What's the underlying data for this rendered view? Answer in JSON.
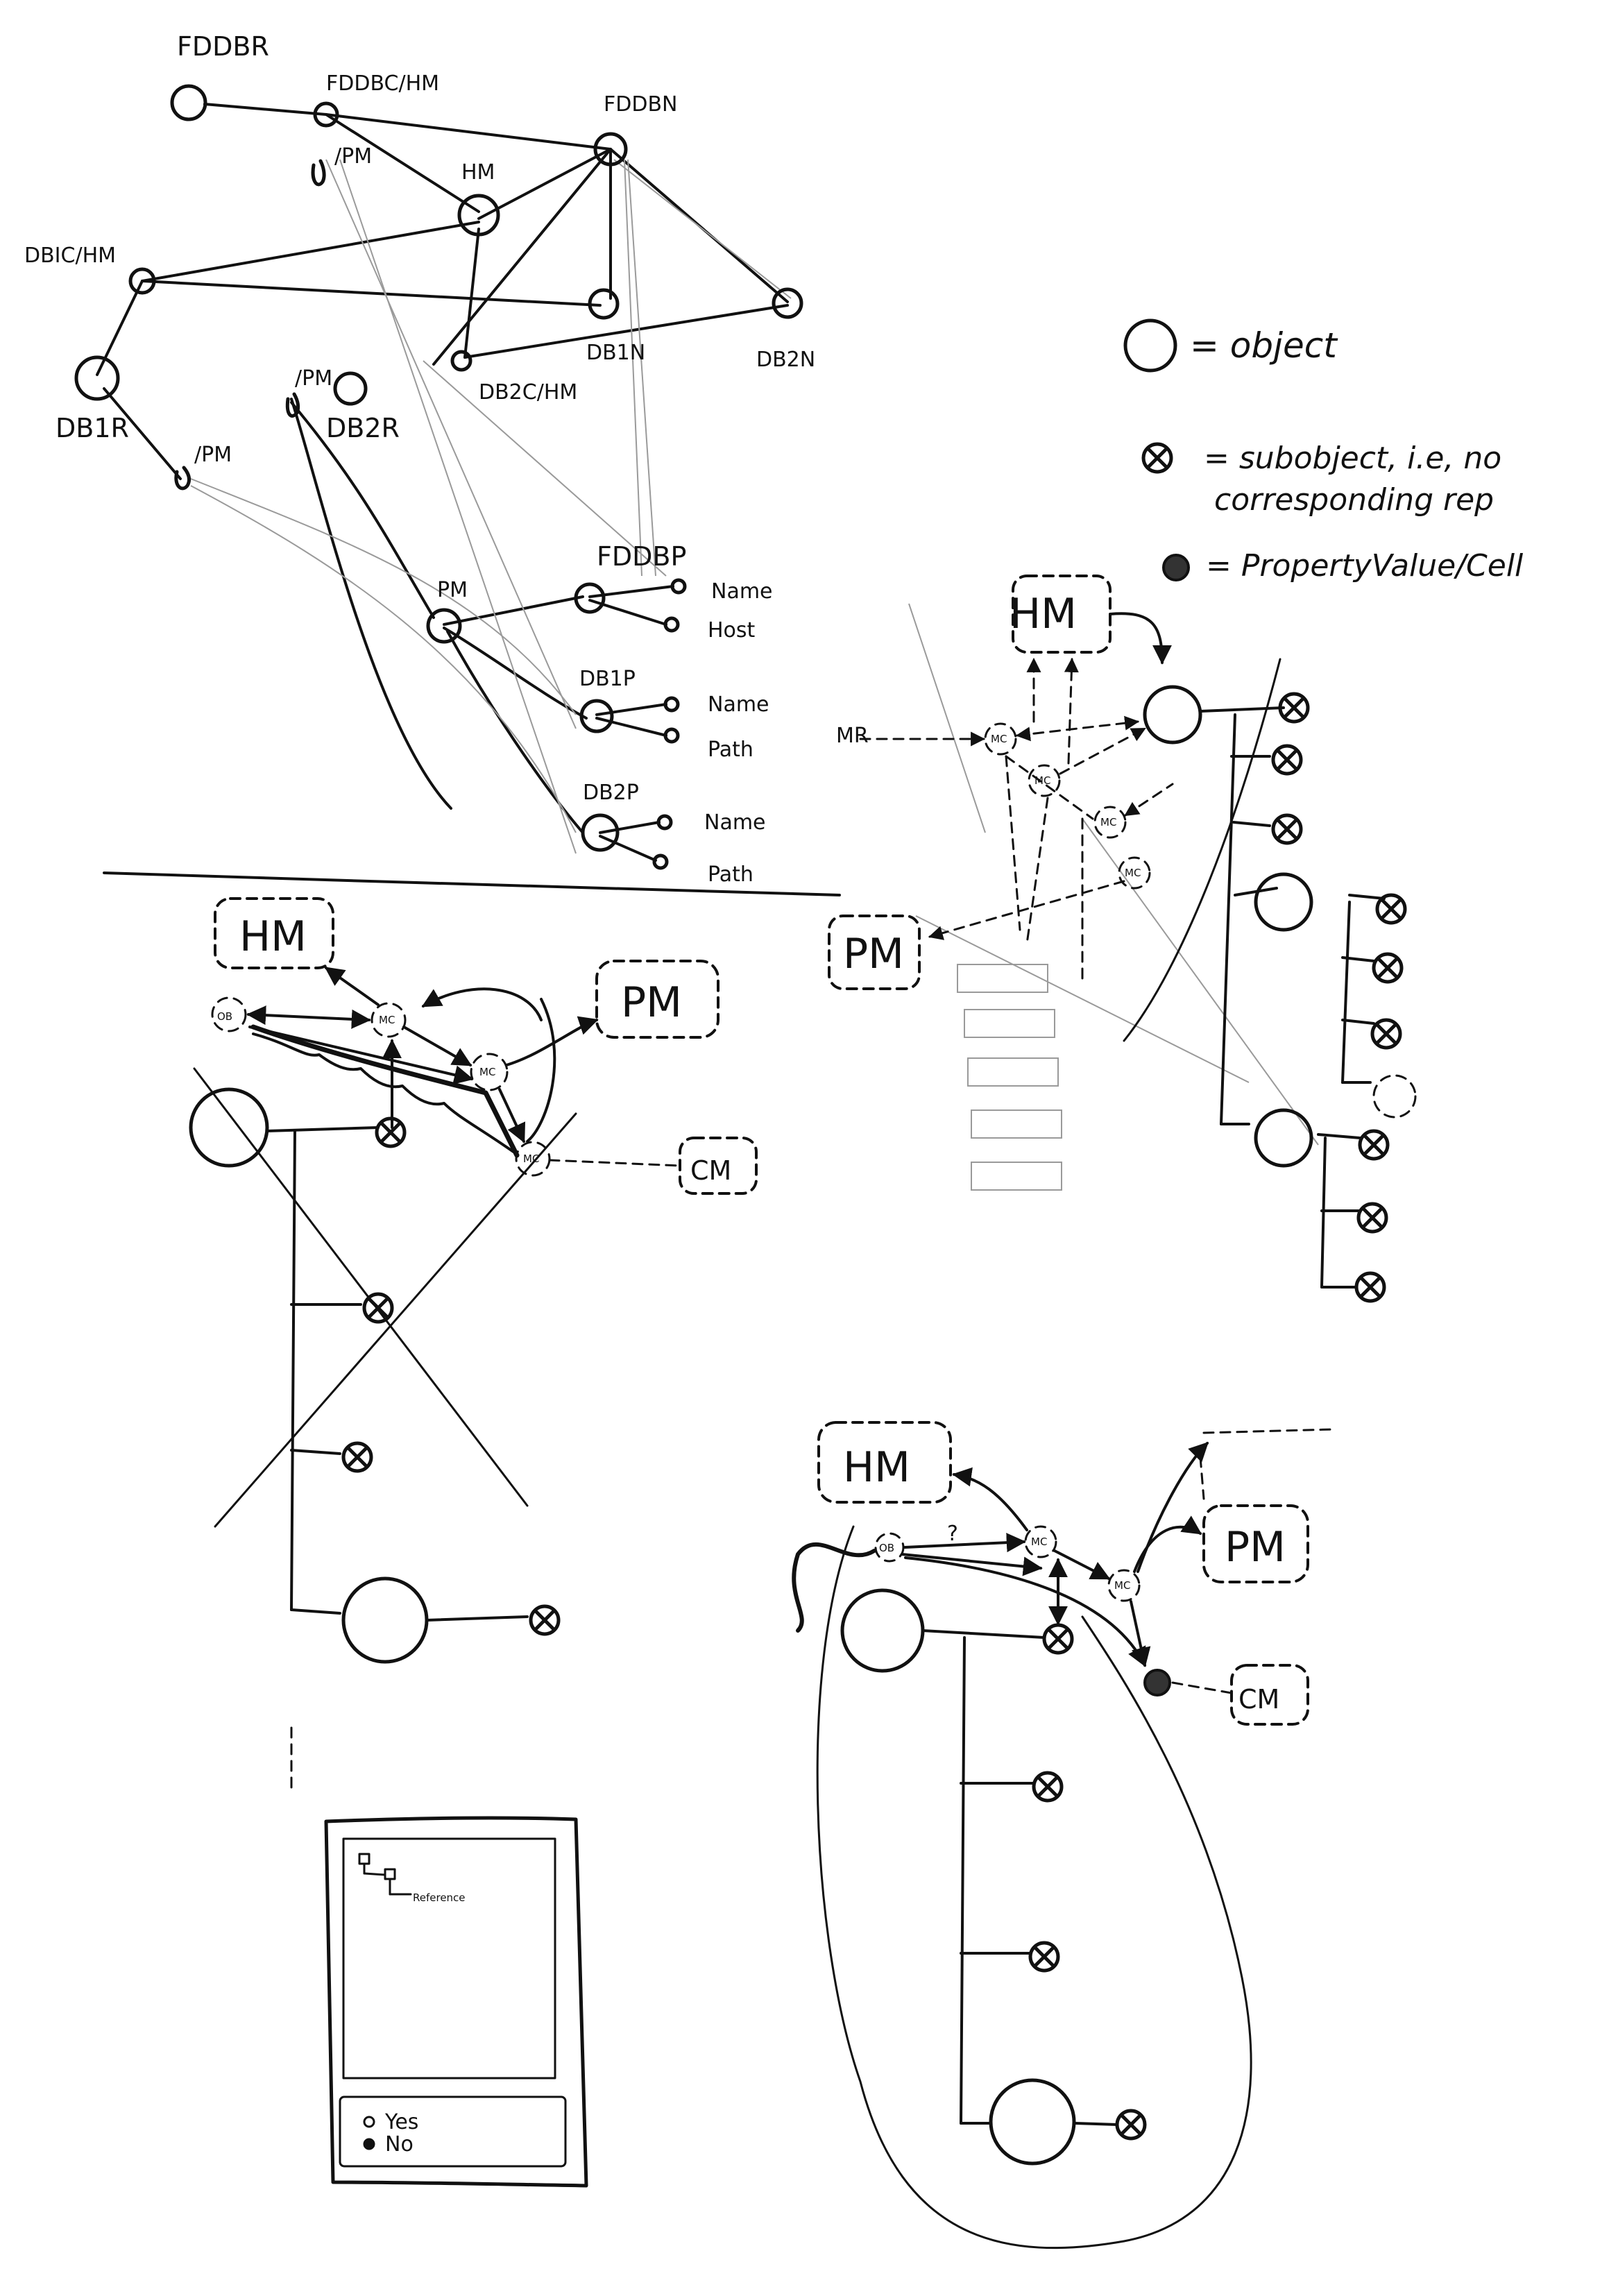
{
  "labels": {
    "fddbr": "FDDBR",
    "fddbc_hm": "FDDBC/HM",
    "fddbn": "FDDBN",
    "pm_slash_1": "/PM",
    "hm_top": "HM",
    "dbic_hm": "DBIC/HM",
    "db1n": "DB1N",
    "db2n": "DB2N",
    "pm_slash_2": "/PM",
    "db2r": "DB2R",
    "db2c_hm": "DB2C/HM",
    "db1r": "DB1R",
    "pm_slash_3": "/PM",
    "pm_node": "PM",
    "fddbp": "FDDBP",
    "name_1": "Name",
    "host": "Host",
    "db1p": "DB1P",
    "name_2": "Name",
    "path_1": "Path",
    "db2p": "DB2P",
    "name_3": "Name",
    "path_2": "Path"
  },
  "legend": {
    "object": "= object",
    "subobject_line1": "= subobject, i.e, no",
    "subobject_line2": "corresponding rep",
    "property": "= PropertyValue/Cell"
  },
  "middle_right": {
    "hm": "HM",
    "pm": "PM",
    "mr": "MR",
    "mc": "MC"
  },
  "middle_left": {
    "hm": "HM",
    "pm": "PM",
    "cm": "CM",
    "ob": "OB",
    "mc": "MC"
  },
  "bottom_right": {
    "hm": "HM",
    "pm": "PM",
    "cm": "CM",
    "ob": "OB",
    "mc": "MC",
    "q": "?"
  },
  "dialog": {
    "tree_label": "Reference",
    "yes": "Yes",
    "no": "No"
  }
}
